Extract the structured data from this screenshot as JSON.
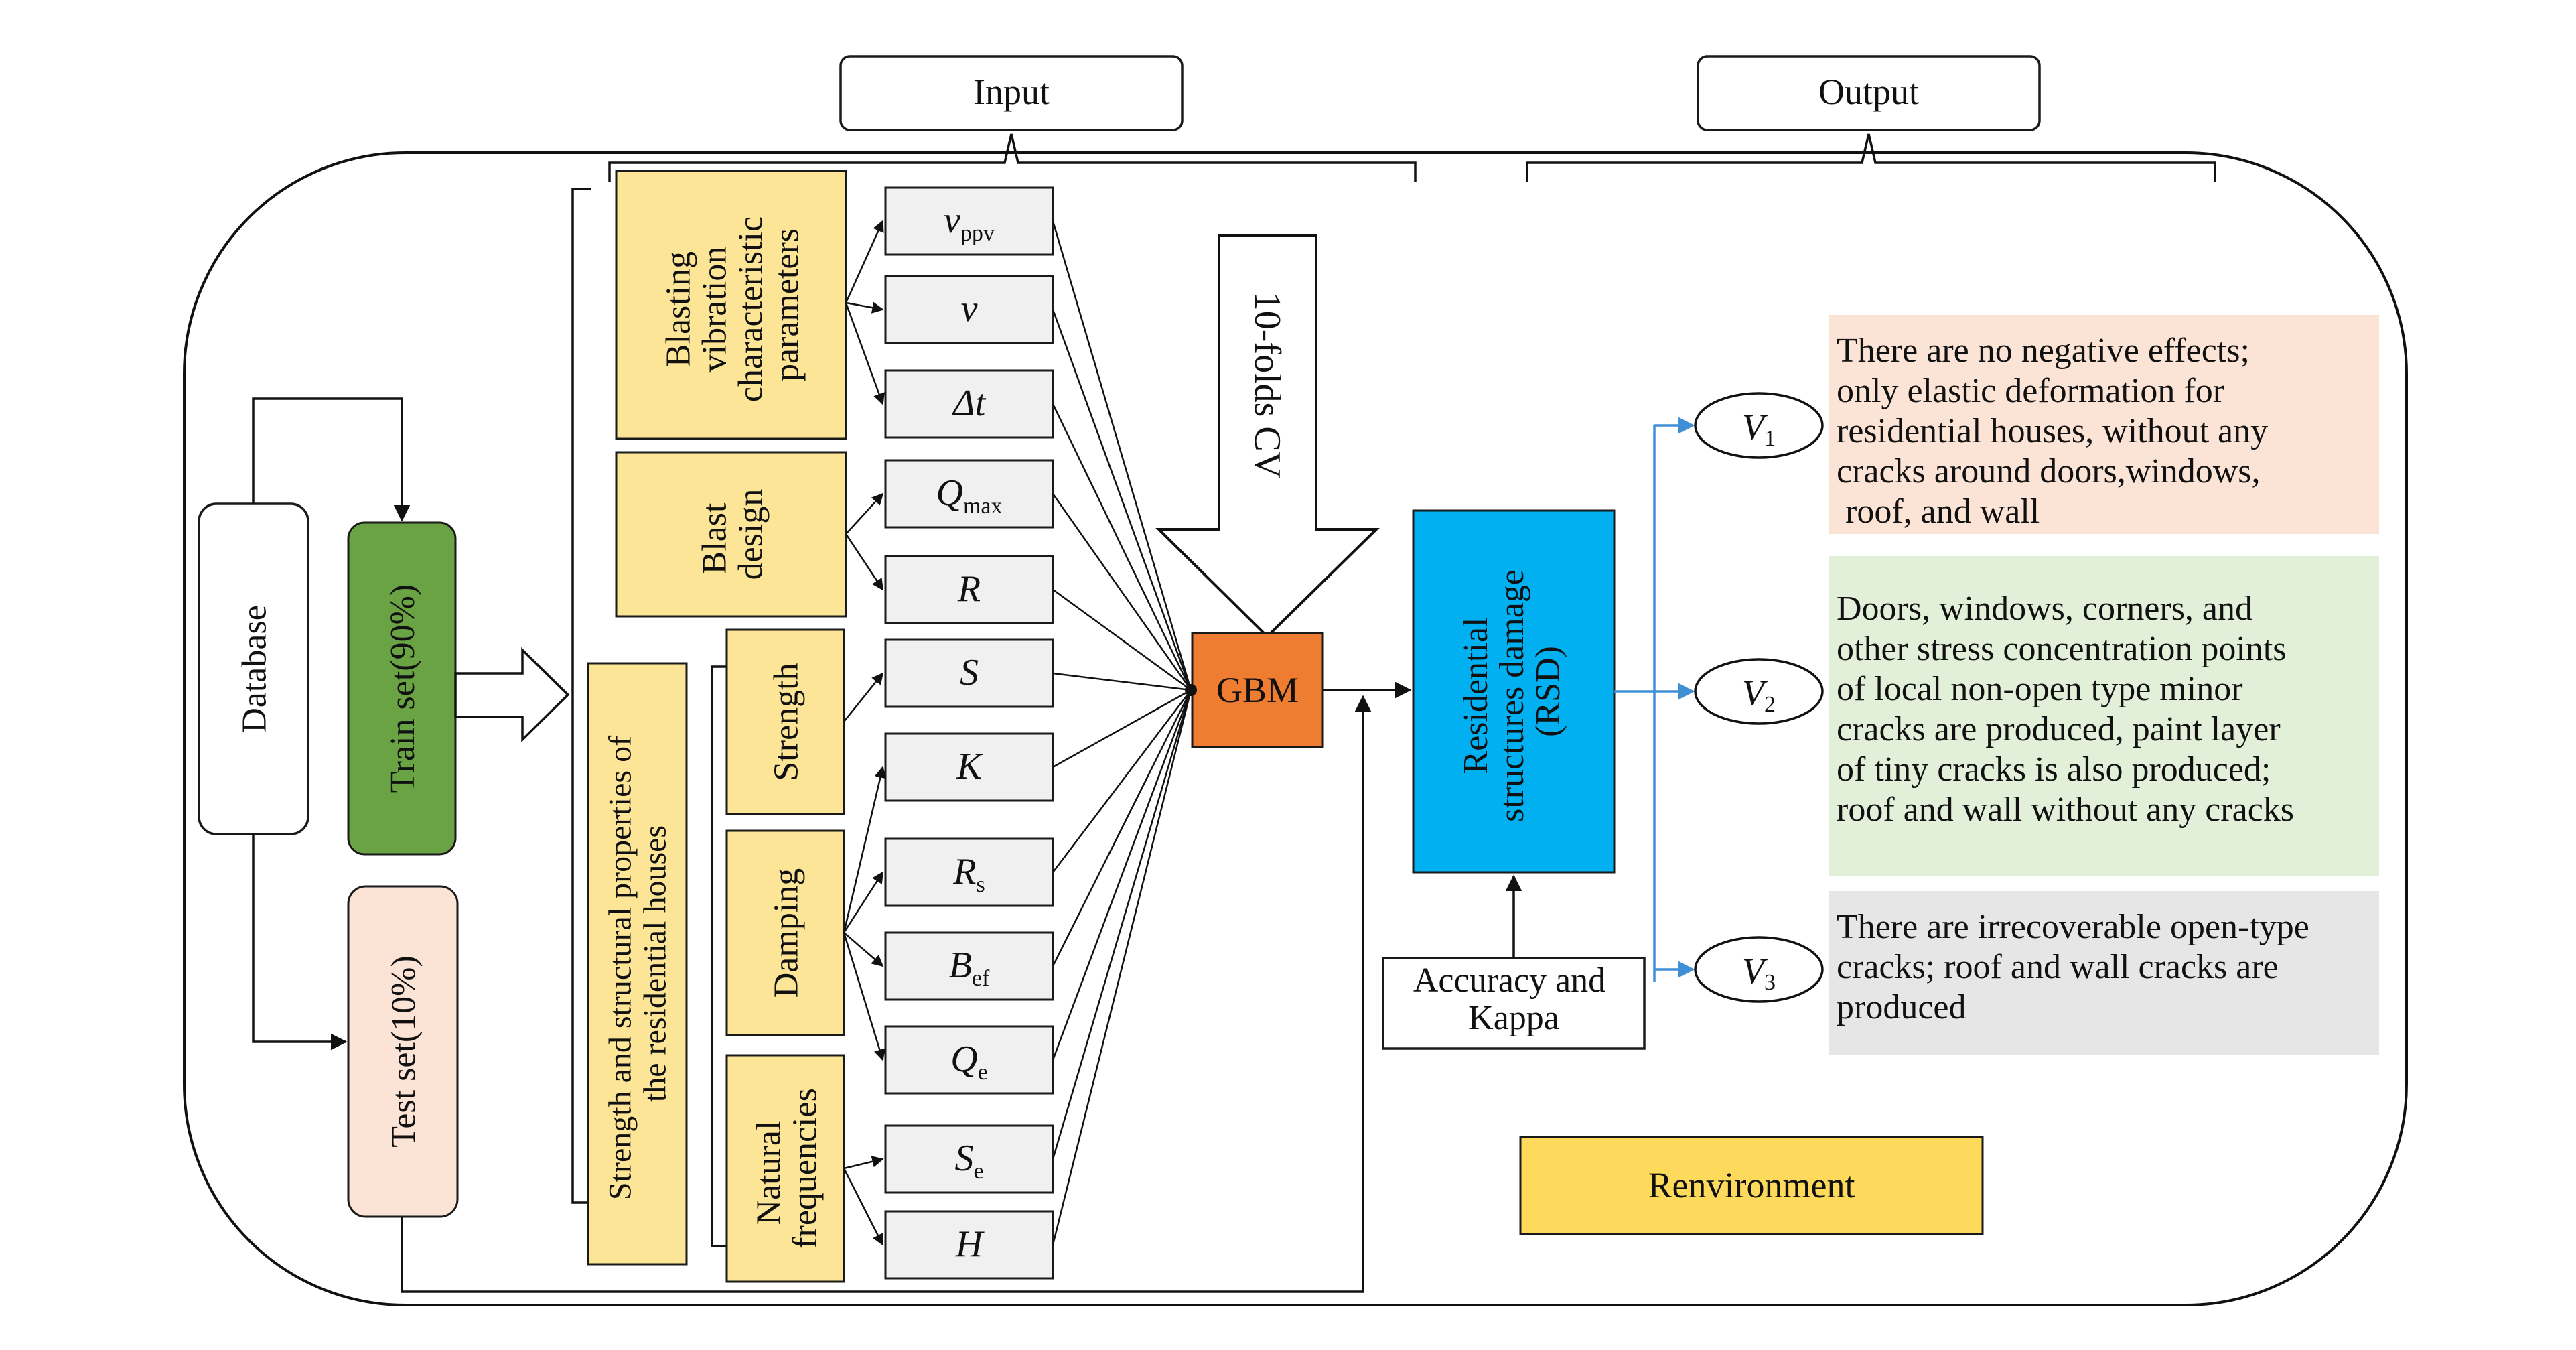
{
  "header": {
    "input_label": "Input",
    "output_label": "Output"
  },
  "left": {
    "database": "Database",
    "train_set": "Train set(90%)",
    "test_set": "Test set(10%)"
  },
  "groups": {
    "blasting": [
      "Blasting",
      "vibration",
      "characteristic",
      "parameters"
    ],
    "blast_design": [
      "Blast",
      "design"
    ],
    "strength_props": [
      "Strength and structural properties of",
      "the residential houses"
    ],
    "strength": "Strength",
    "damping": "Damping",
    "natural": [
      "Natural",
      "frequencies"
    ]
  },
  "params": [
    {
      "main": "v",
      "sub": "ppv"
    },
    {
      "main": "ν",
      "sub": ""
    },
    {
      "main": "Δt",
      "sub": ""
    },
    {
      "main": "Q",
      "sub": "max"
    },
    {
      "main": "R",
      "sub": ""
    },
    {
      "main": "S",
      "sub": ""
    },
    {
      "main": "K",
      "sub": ""
    },
    {
      "main": "R",
      "sub": "s"
    },
    {
      "main": "B",
      "sub": "ef"
    },
    {
      "main": "Q",
      "sub": "e"
    },
    {
      "main": "S",
      "sub": "e"
    },
    {
      "main": "H",
      "sub": ""
    }
  ],
  "cv_label": "10-folds  CV",
  "model": "GBM",
  "rsd": [
    "Residential",
    "structures damage",
    "(RSD)"
  ],
  "metrics": [
    "Accuracy and",
    "Kappa"
  ],
  "levels": [
    {
      "main": "V",
      "sub": "1",
      "lines": [
        "There are no negative effects;",
        "only elastic deformation for",
        "residential houses, without any",
        "cracks around doors,windows,",
        " roof, and wall"
      ],
      "color": "#fbe3d6"
    },
    {
      "main": "V",
      "sub": "2",
      "lines": [
        "Doors, windows, corners, and",
        "other stress concentration points",
        "of local non-open type minor",
        "cracks are produced, paint layer",
        "of tiny cracks is also produced;",
        "roof and wall without any cracks"
      ],
      "color": "#e2efd9"
    },
    {
      "main": "V",
      "sub": "3",
      "lines": [
        "There are irrecoverable open-type",
        "cracks; roof and wall cracks are",
        "produced"
      ],
      "color": "#e6e6e6"
    }
  ],
  "legend": {
    "label": "Renvironment",
    "color": "#fdd95c"
  },
  "colors": {
    "train": "#6aa343",
    "test": "#fbe3d6",
    "gbm": "#ef7d31",
    "rsd": "#00b0f0",
    "yellow_box": "#fde598",
    "param_box": "#f0f0f0",
    "output_arrow": "#3f8fd6"
  }
}
